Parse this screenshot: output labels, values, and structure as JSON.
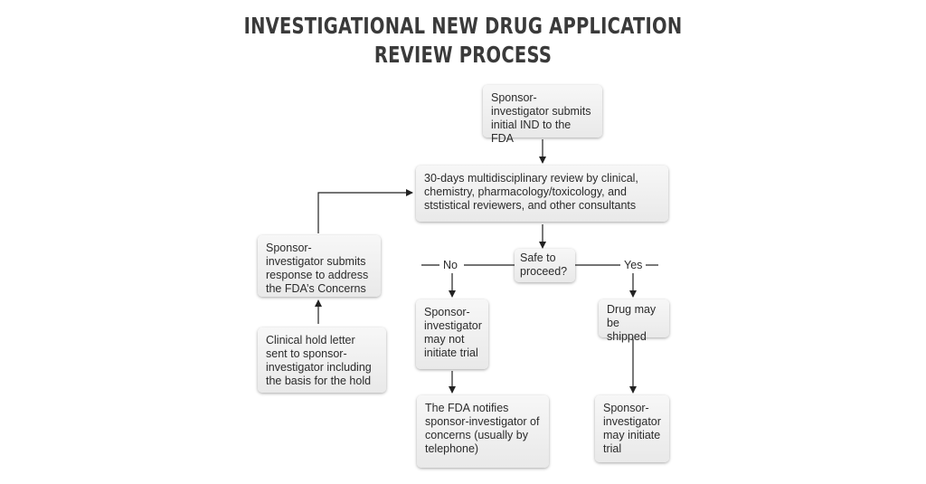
{
  "title": {
    "line1": "INVESTIGATIONAL NEW DRUG APPLICATION",
    "line2": "REVIEW PROCESS"
  },
  "nodes": {
    "submit_ind": "Sponsor-investigator submits initial IND to the FDA",
    "review": "30-days multidisciplinary review by clinical, chemistry, pharmacology/toxicology, and ststistical reviewers, and other consultants",
    "safe": "Safe to proceed?",
    "may_not_initiate": "Sponsor-investigator may not initiate trial",
    "fda_notifies": "The FDA notifies sponsor-investigator of concerns (usually by telephone)",
    "drug_shipped": "Drug may be shipped",
    "may_initiate": "Sponsor-investigator may initiate trial",
    "hold_letter": "Clinical hold letter sent to sponsor-investigator including the basis for the hold",
    "submit_response": "Sponsor- investigator submits response to address the FDA’s Concerns"
  },
  "labels": {
    "no": "No",
    "yes": "Yes"
  },
  "colors": {
    "box_fill": "#eeeeee",
    "line": "#222222",
    "title": "#3a3a3a"
  }
}
